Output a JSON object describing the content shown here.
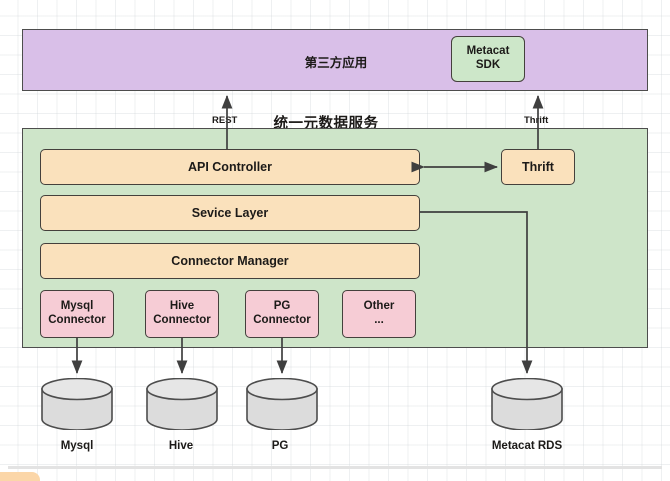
{
  "diagram": {
    "title_cn": "统一元数据服务",
    "third_party_layer": {
      "label": "第三方应用",
      "sdk_box": "Metacat\nSDK",
      "sdk_line1": "Metacat",
      "sdk_line2": "SDK",
      "fill": "#d9bfe8"
    },
    "meta_service": {
      "fill": "#cee5c9",
      "layers": [
        {
          "name": "api-controller",
          "label": "API Controller"
        },
        {
          "name": "sevice-layer",
          "label": "Sevice Layer"
        },
        {
          "name": "connector-manager",
          "label": "Connector Manager"
        }
      ],
      "thrift_box": "Thrift",
      "layer_fill": "#fae1bc",
      "connectors": [
        {
          "line1": "Mysql",
          "line2": "Connector"
        },
        {
          "line1": "Hive",
          "line2": "Connector"
        },
        {
          "line1": "PG",
          "line2": "Connector"
        },
        {
          "line1": "Other",
          "line2": "..."
        }
      ],
      "connector_fill": "#f6ccd5"
    },
    "edge_labels": {
      "rest": "REST",
      "thrift": "Thrift"
    },
    "datastores": [
      {
        "label": "Mysql"
      },
      {
        "label": "Hive"
      },
      {
        "label": "PG"
      },
      {
        "label": "Metacat RDS"
      }
    ],
    "colors": {
      "stroke": "#44403c",
      "cylinder_fill": "#dcdcdc",
      "cylinder_top": "#e6e6e6",
      "accent": "#fbd6a8"
    }
  }
}
